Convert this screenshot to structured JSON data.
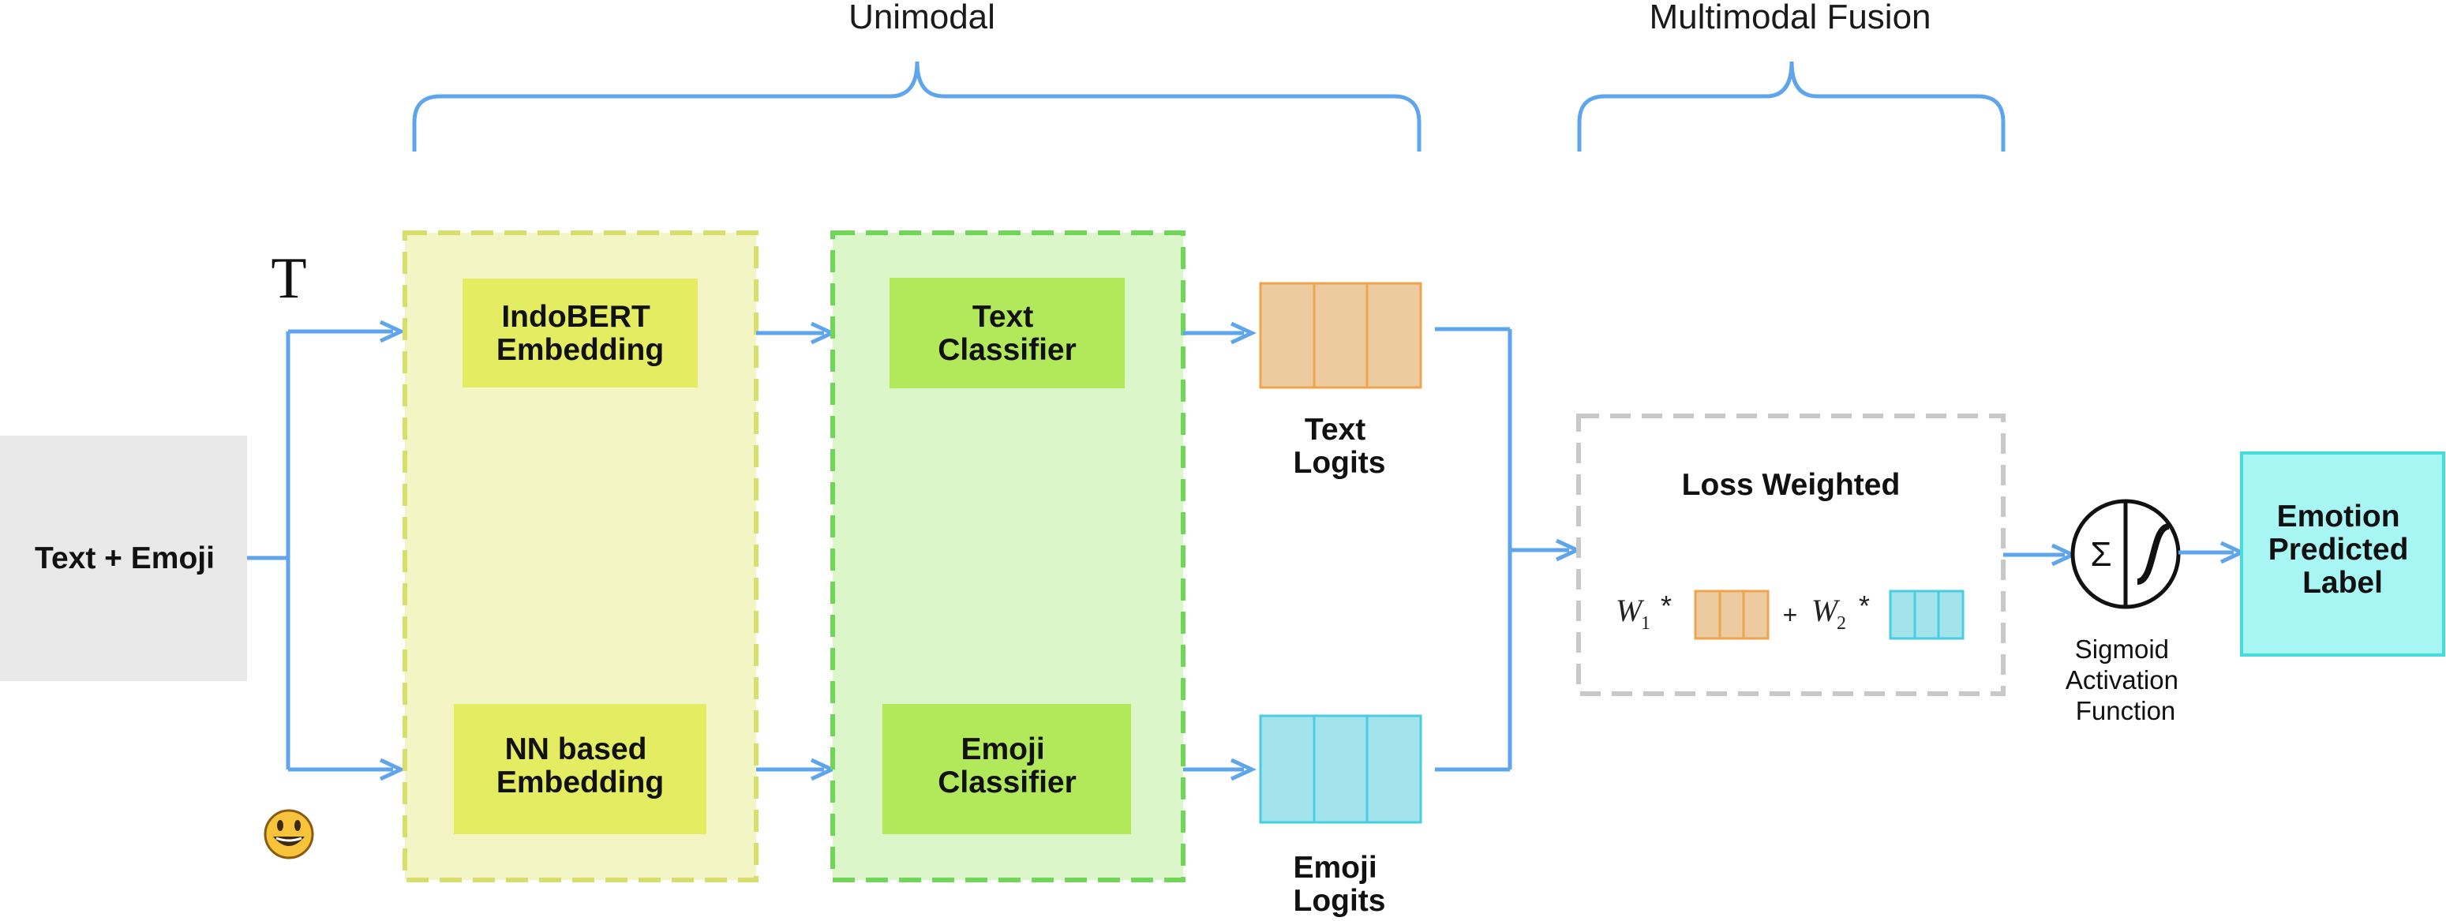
{
  "headers": {
    "unimodal": "Unimodal",
    "multimodal_fusion": "Multimodal Fusion"
  },
  "input": {
    "label": "Text + Emoji"
  },
  "modalities": {
    "text_symbol": "T",
    "emoji_symbol": "emoji-face-icon"
  },
  "embedding": {
    "indobert": [
      "IndoBERT",
      "Embedding"
    ],
    "nn_based": [
      "NN based",
      "Embedding"
    ]
  },
  "classifiers": {
    "text": [
      "Text",
      "Classifier"
    ],
    "emoji": [
      "Emoji",
      "Classifier"
    ]
  },
  "logits": {
    "text": [
      "Text",
      "Logits"
    ],
    "emoji": [
      "Emoji",
      "Logits"
    ]
  },
  "fusion": {
    "title": "Loss Weighted",
    "w1": "W",
    "w1_sub": "1",
    "w2": "W",
    "w2_sub": "2",
    "star": "*",
    "plus": "+"
  },
  "activation": {
    "sigma": "Σ",
    "caption": [
      "Sigmoid",
      "Activation",
      "Function"
    ]
  },
  "output": {
    "label": [
      "Emotion",
      "Predicted",
      "Label"
    ]
  },
  "colors": {
    "arrow": "#5ea5ee",
    "input_bg": "#e9e9e9",
    "embedding_panel_bg": "#f3f6c4",
    "embedding_panel_border": "#d7df6c",
    "embedding_box": "#e4ec61",
    "classifier_panel_bg": "#dbf6c9",
    "classifier_panel_border": "#71d55a",
    "classifier_box": "#b1e95a",
    "text_logits_fill": "#eccba0",
    "text_logits_stroke": "#eea54c",
    "emoji_logits_fill": "#a3e3ec",
    "emoji_logits_stroke": "#49cde0",
    "fusion_border": "#c8c8c8",
    "output_fill": "#a8f6f3",
    "output_stroke": "#45dcdb",
    "emoji_face": "#f7c33a"
  }
}
